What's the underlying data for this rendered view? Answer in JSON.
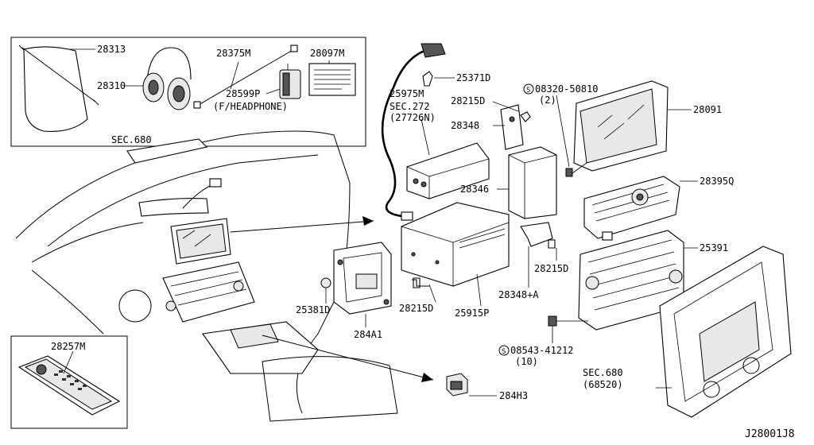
{
  "diagram_id": "J28001J8",
  "labels": {
    "p28313": "28313",
    "p28310": "28310",
    "p28375M": "28375M",
    "p28097M": "28097M",
    "p28599P": "28599P",
    "headphone_note": "(F/HEADPHONE)",
    "sec680_top": "SEC.680",
    "p25975M": "25975M",
    "sec272": "SEC.272",
    "sec272_sub": "(27726N)",
    "p25371D": "25371D",
    "p28215D_a": "28215D",
    "p28348": "28348",
    "p28346": "28346",
    "p25915P": "25915P",
    "p28215D_b": "28215D",
    "p28215D_c": "28215D",
    "p28348A": "28348+A",
    "p25381D": "25381D",
    "p284A1": "284A1",
    "screw_08320": "08320-50810",
    "screw_08320_qty": "(2)",
    "p28091": "28091",
    "p28395Q": "28395Q",
    "p25391": "25391",
    "screw_08543": "08543-41212",
    "screw_08543_qty": "(10)",
    "sec680_bot": "SEC.680",
    "sec680_bot_sub": "(68520)",
    "p284H3": "284H3",
    "p28257M": "28257M",
    "screw_symbol": "S"
  }
}
